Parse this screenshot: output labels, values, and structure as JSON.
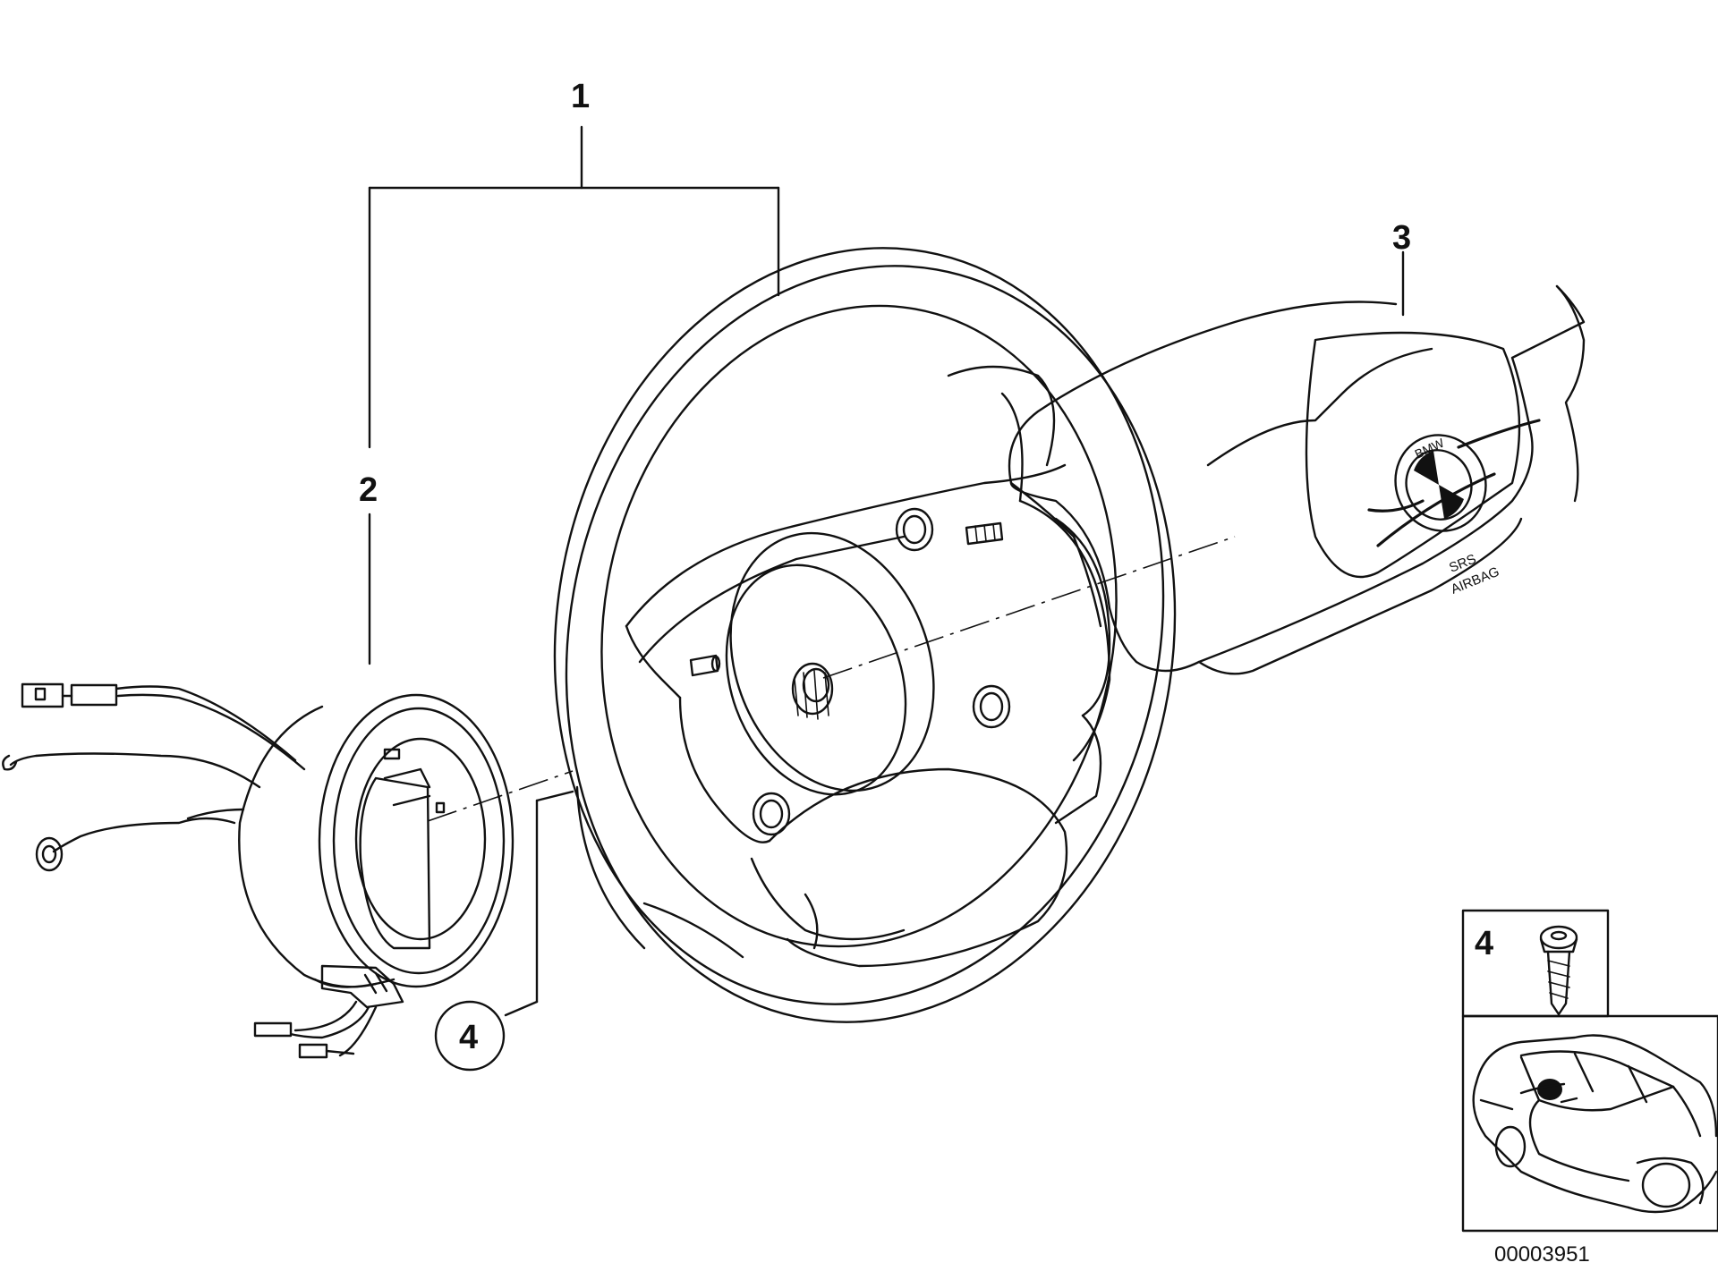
{
  "callouts": {
    "item_1": "1",
    "item_2": "2",
    "item_3": "3",
    "item_4_circled": "4",
    "item_4_inset": "4"
  },
  "airbag_module": {
    "logo_text": "BMW",
    "label_line1": "SRS",
    "label_line2": "AIRBAG"
  },
  "diagram_id": "00003951",
  "colors": {
    "line": "#111111",
    "background": "#ffffff"
  }
}
